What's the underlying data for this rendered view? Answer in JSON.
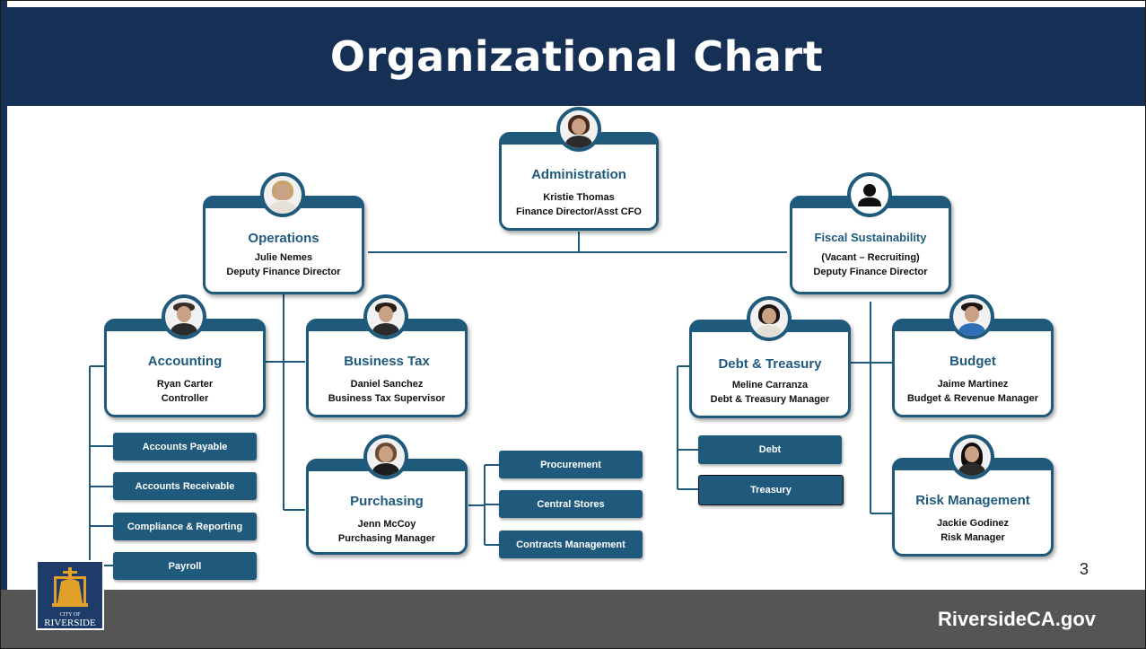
{
  "title": "Organizational Chart",
  "footer_url": "RiversideCA.gov",
  "page_number": "3",
  "logo": {
    "line1": "CITY OF",
    "line2": "RIVERSIDE"
  },
  "colors": {
    "header": "#163055",
    "card": "#1f5a7d",
    "footer": "#555555"
  },
  "nodes": {
    "administration": {
      "title": "Administration",
      "name": "Kristie Thomas",
      "role": "Finance Director/Asst CFO",
      "icon": "photo-avatar"
    },
    "operations": {
      "title": "Operations",
      "name": "Julie Nemes",
      "role": "Deputy Finance Director",
      "icon": "photo-avatar"
    },
    "fiscal": {
      "title": "Fiscal Sustainability",
      "name": "(Vacant – Recruiting)",
      "role": "Deputy Finance Director",
      "icon": "person-silhouette-icon"
    },
    "accounting": {
      "title": "Accounting",
      "name": "Ryan Carter",
      "role": "Controller",
      "icon": "photo-avatar"
    },
    "business_tax": {
      "title": "Business Tax",
      "name": "Daniel Sanchez",
      "role": "Business Tax Supervisor",
      "icon": "photo-avatar"
    },
    "purchasing": {
      "title": "Purchasing",
      "name": "Jenn McCoy",
      "role": "Purchasing Manager",
      "icon": "photo-avatar"
    },
    "debt_treasury": {
      "title": "Debt & Treasury",
      "name": "Meline Carranza",
      "role": "Debt & Treasury Manager",
      "icon": "photo-avatar"
    },
    "budget": {
      "title": "Budget",
      "name": "Jaime Martinez",
      "role": "Budget & Revenue Manager",
      "icon": "photo-avatar"
    },
    "risk": {
      "title": "Risk Management",
      "name": "Jackie Godinez",
      "role": "Risk Manager",
      "icon": "photo-avatar"
    }
  },
  "accounting_units": [
    "Accounts Payable",
    "Accounts Receivable",
    "Compliance & Reporting",
    "Payroll"
  ],
  "purchasing_units": [
    "Procurement",
    "Central Stores",
    "Contracts Management"
  ],
  "treasury_units": [
    "Debt",
    "Treasury"
  ]
}
